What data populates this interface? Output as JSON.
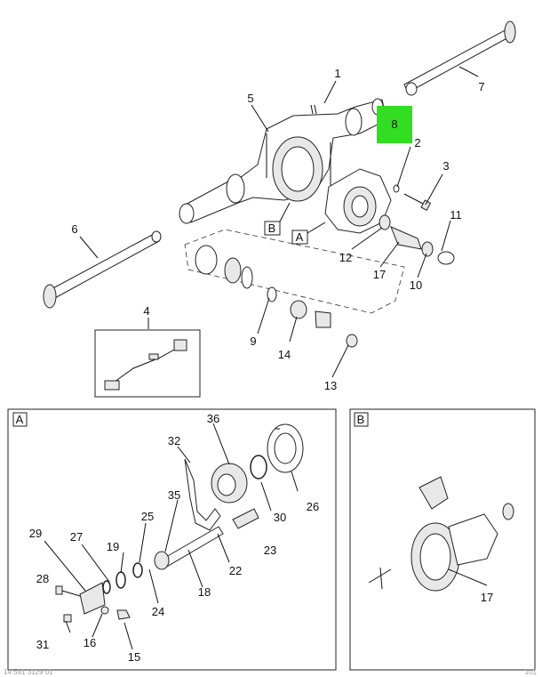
{
  "highlight": {
    "label": "8",
    "color": "#33dd22"
  },
  "view_refs": {
    "A": "A",
    "B": "B"
  },
  "panels": {
    "A": {
      "label": "A"
    },
    "B": {
      "label": "B"
    }
  },
  "main_callouts": {
    "c1": "1",
    "c2": "2",
    "c3": "3",
    "c4": "4",
    "c5": "5",
    "c6": "6",
    "c7": "7",
    "c9": "9",
    "c10": "10",
    "c11": "11",
    "c12": "12",
    "c13": "13",
    "c14": "14",
    "c17": "17"
  },
  "panel_a_callouts": {
    "c15": "15",
    "c16": "16",
    "c18": "18",
    "c19": "19",
    "c22": "22",
    "c23": "23",
    "c24": "24",
    "c25": "25",
    "c26": "26",
    "c27": "27",
    "c28": "28",
    "c29": "29",
    "c30": "30",
    "c31": "31",
    "c32": "32",
    "c35": "35",
    "c36": "36"
  },
  "panel_b_callouts": {
    "c17": "17"
  },
  "footer": {
    "left": "14 591 3129 01",
    "right": "101"
  }
}
